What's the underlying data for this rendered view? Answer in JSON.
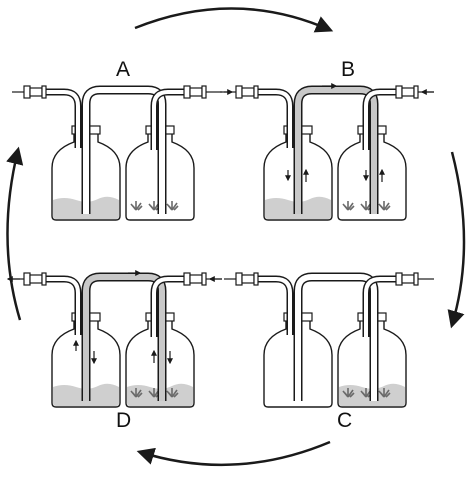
{
  "diagram": {
    "panels": [
      {
        "id": "A",
        "label": "A",
        "flow_arrows": false,
        "left_liquid": "bottom",
        "right_liquid": "none",
        "plants": true
      },
      {
        "id": "B",
        "label": "B",
        "flow_arrows": true,
        "flow_direction": "left-to-right",
        "left_liquid": "bottom",
        "right_liquid": "none",
        "plants": true
      },
      {
        "id": "C",
        "label": "C",
        "flow_arrows": false,
        "left_liquid": "none",
        "right_liquid": "bottom",
        "plants": true
      },
      {
        "id": "D",
        "label": "D",
        "flow_arrows": true,
        "flow_direction": "right-to-left",
        "left_liquid": "bottom",
        "right_liquid": "bottom",
        "plants": true
      }
    ],
    "cycle": [
      "A",
      "B",
      "C",
      "D"
    ],
    "colors": {
      "line": "#1a1a1a",
      "glass_fill": "#ffffff",
      "liquid": "#cfcfcf",
      "tube_shaded": "#c8c8c8",
      "plant": "#6a6a6a"
    }
  }
}
